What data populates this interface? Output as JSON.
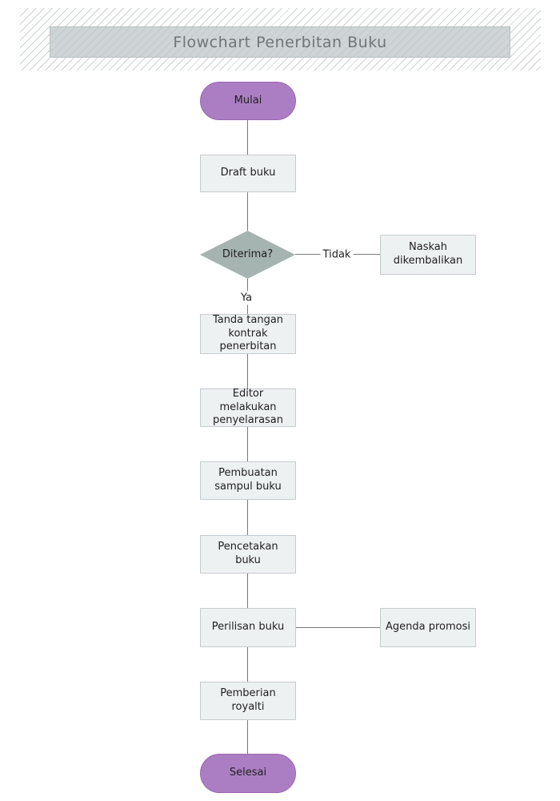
{
  "title": {
    "label": "Flowchart Penerbitan Buku"
  },
  "colors": {
    "terminator_fill": "#ab7ec3",
    "terminator_border": "#9a67b3",
    "process_fill": "#eef1f2",
    "process_border": "#c5cbcf",
    "decision_fill": "#a5b3b1",
    "title_fill": "#cfd4d6",
    "connector": "#7a7a7a"
  },
  "nodes": {
    "start": {
      "label": "Mulai",
      "type": "terminator"
    },
    "draft": {
      "label": "Draft buku",
      "type": "process"
    },
    "decision": {
      "label": "Diterima?",
      "type": "decision"
    },
    "return": {
      "label": "Naskah dikembalikan",
      "type": "process"
    },
    "contract": {
      "label": "Tanda tangan kontrak penerbitan",
      "type": "process"
    },
    "editor": {
      "label": "Editor melakukan penyelarasan",
      "type": "process"
    },
    "cover": {
      "label": "Pembuatan sampul buku",
      "type": "process"
    },
    "print": {
      "label": "Pencetakan buku",
      "type": "process"
    },
    "release": {
      "label": "Perilisan buku",
      "type": "process"
    },
    "promo": {
      "label": "Agenda promosi",
      "type": "process"
    },
    "royalty": {
      "label": "Pemberian royalti",
      "type": "process"
    },
    "end": {
      "label": "Selesai",
      "type": "terminator"
    }
  },
  "edges": {
    "no_label": "Tidak",
    "yes_label": "Ya"
  }
}
